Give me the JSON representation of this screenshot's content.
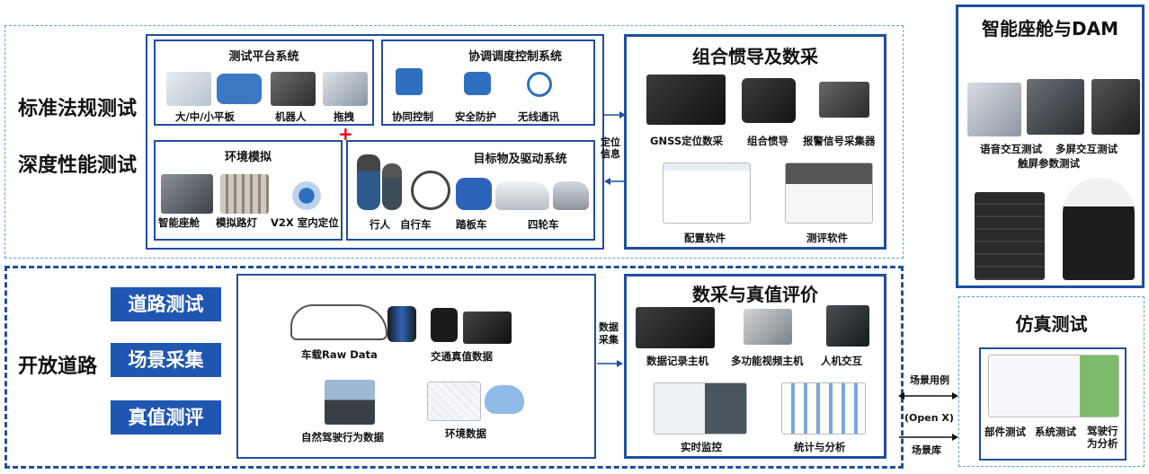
{
  "top_left": {
    "labels": [
      "标准法规测试",
      "深度性能测试"
    ],
    "test_platform": {
      "title": "测试平台系统",
      "items": [
        "大/中/小平板",
        "机器人",
        "拖拽"
      ]
    },
    "coordination": {
      "title": "协调调度控制系统",
      "items": [
        "协同控制",
        "安全防护",
        "无线通讯"
      ]
    },
    "environment": {
      "title": "环境模拟",
      "items": [
        "智能座舱",
        "模拟路灯",
        "V2X 室内定位"
      ]
    },
    "target": {
      "title": "目标物及驱动系统",
      "items": [
        "行人",
        "自行车",
        "踏板车",
        "四轮车"
      ]
    },
    "plus": "+",
    "link_label": "定位\n信息"
  },
  "ins": {
    "title": "组合惯导及数采",
    "items": [
      "GNSS定位数采",
      "组合惯导",
      "报警信号采集器"
    ],
    "software": [
      "配置软件",
      "测评软件"
    ]
  },
  "cockpit": {
    "title": "智能座舱与DAM",
    "captions": [
      "语音交互测试",
      "多屏交互测试",
      "触屏参数测试"
    ]
  },
  "open_road": {
    "label": "开放道路",
    "buttons": [
      "道路测试",
      "场景采集",
      "真值测评"
    ],
    "items": [
      "车载Raw Data",
      "交通真值数据",
      "自然驾驶行为数据",
      "环境数据"
    ],
    "link_label": "数据\n采集"
  },
  "truth": {
    "title": "数采与真值评价",
    "items": [
      "数据记录主机",
      "多功能视频主机",
      "人机交互"
    ],
    "software": [
      "实时监控",
      "统计与分析"
    ]
  },
  "sim": {
    "title": "仿真测试",
    "captions": [
      "部件测试",
      "系统测试",
      "驾驶行为分析"
    ],
    "arrow_labels": [
      "场景用例",
      "(Open X)",
      "场景库"
    ]
  },
  "colors": {
    "frame": "#1f4fa0",
    "dash_light": "#5ba3cf",
    "button": "#1f56b2",
    "plus": "#e60012"
  }
}
